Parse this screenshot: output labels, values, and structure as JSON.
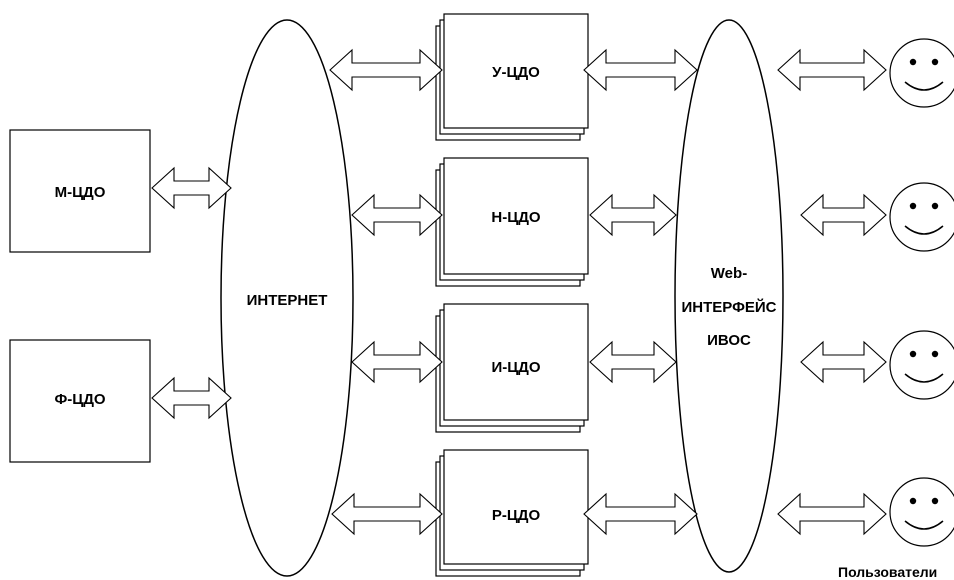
{
  "nodes": {
    "m_cdo": "М-ЦДО",
    "f_cdo": "Ф-ЦДО",
    "internet": "ИНТЕРНЕТ",
    "u_cdo": "У-ЦДО",
    "n_cdo": "Н-ЦДО",
    "i_cdo": "И-ЦДО",
    "r_cdo": "Р-ЦДО",
    "web_interface": [
      "Web-",
      "ИНТЕРФЕЙС",
      "ИВОС"
    ]
  },
  "users_label": "Пользователи",
  "user_icon": "smiley-face-icon",
  "arrow_icon": "double-headed-arrow-icon"
}
